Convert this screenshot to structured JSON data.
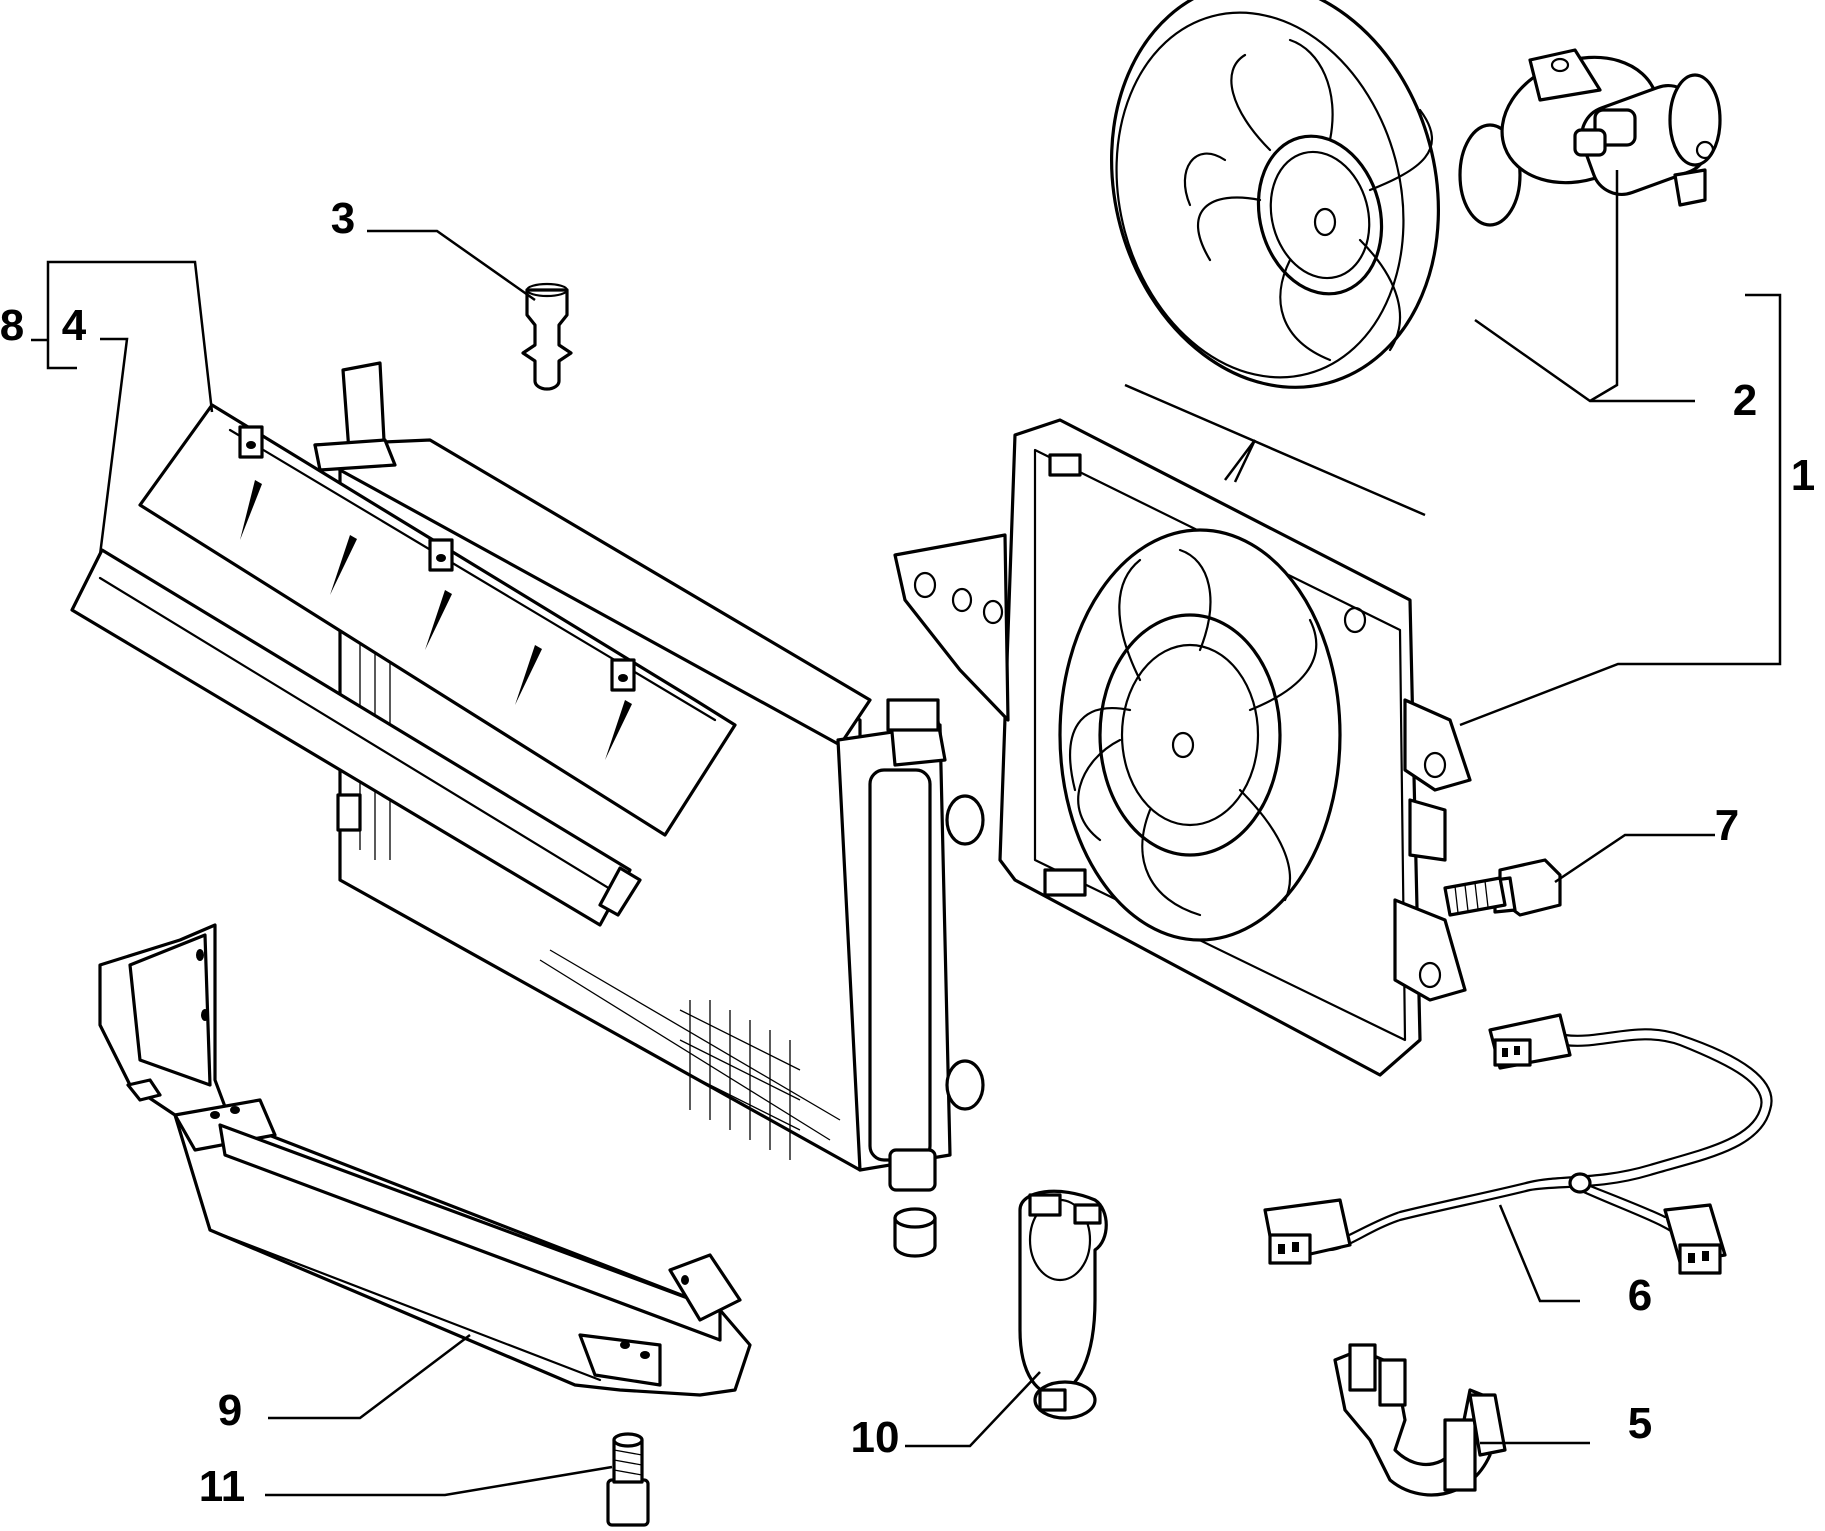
{
  "labels": {
    "l1": "1",
    "l2": "2",
    "l3": "3",
    "l4": "4",
    "l5": "5",
    "l6": "6",
    "l7": "7",
    "l8": "8",
    "l9": "9",
    "l10": "10",
    "l11": "11"
  },
  "colors": {
    "ink": "#000000",
    "paper": "#ffffff"
  }
}
